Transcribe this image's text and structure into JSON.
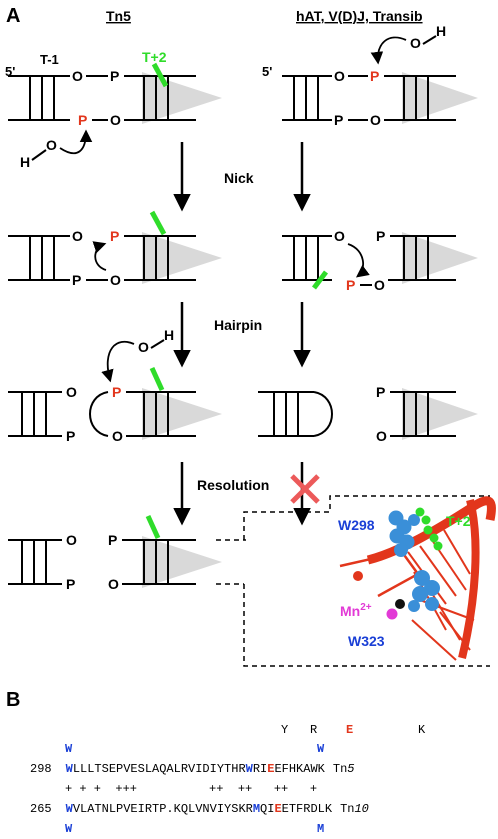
{
  "panel_a": {
    "label": "A",
    "left_title": "Tn5",
    "right_title": "hAT, V(D)J, Transib",
    "five_prime": "5'",
    "t_minus_1": "T-1",
    "t_plus_2": "T+2",
    "oxygen": "O",
    "phosphorus": "P",
    "hydrogen": "H",
    "steps": [
      "Nick",
      "Hairpin",
      "Resolution"
    ],
    "inset_labels": {
      "w298": "W298",
      "t_plus_2": "T+2",
      "mn": "Mn",
      "mn_charge": "2+",
      "w323": "W323"
    },
    "colors": {
      "phosphate_red": "#e2361c",
      "tag_green": "#2fdc2a",
      "blocked_x": "#ec5a5a",
      "blue_label": "#1a3fd6",
      "mn_magenta": "#e23ad6"
    }
  },
  "panel_b": {
    "label": "B",
    "top_markers": [
      "Y",
      "R",
      "E",
      "K"
    ],
    "w_top_left": "W",
    "w_top_mid": "W",
    "tn5_num": "298",
    "tn5_seq": {
      "w": "W",
      "seg1": "LLLTSEPVESLAQALRVIDIYTHR",
      "w2": "W",
      "seg2": "RI",
      "e": "E",
      "seg3": "EFHKAWK"
    },
    "tn5_name": {
      "prefix": "Tn",
      "suffix": "5"
    },
    "plus_line": "+ + +  +++          ++  ++   ++   +",
    "tn10_num": "265",
    "tn10_seq": {
      "w": "W",
      "seg1": "VLATNLPVEIRTP.KQLVNVIYSKR",
      "m": "M",
      "seg2": "QI",
      "e": "E",
      "seg3": "ETFRDLK"
    },
    "tn10_name": {
      "prefix": "Tn",
      "suffix": "10"
    },
    "w_bottom_left": "W",
    "m_bottom_mid": "M"
  }
}
